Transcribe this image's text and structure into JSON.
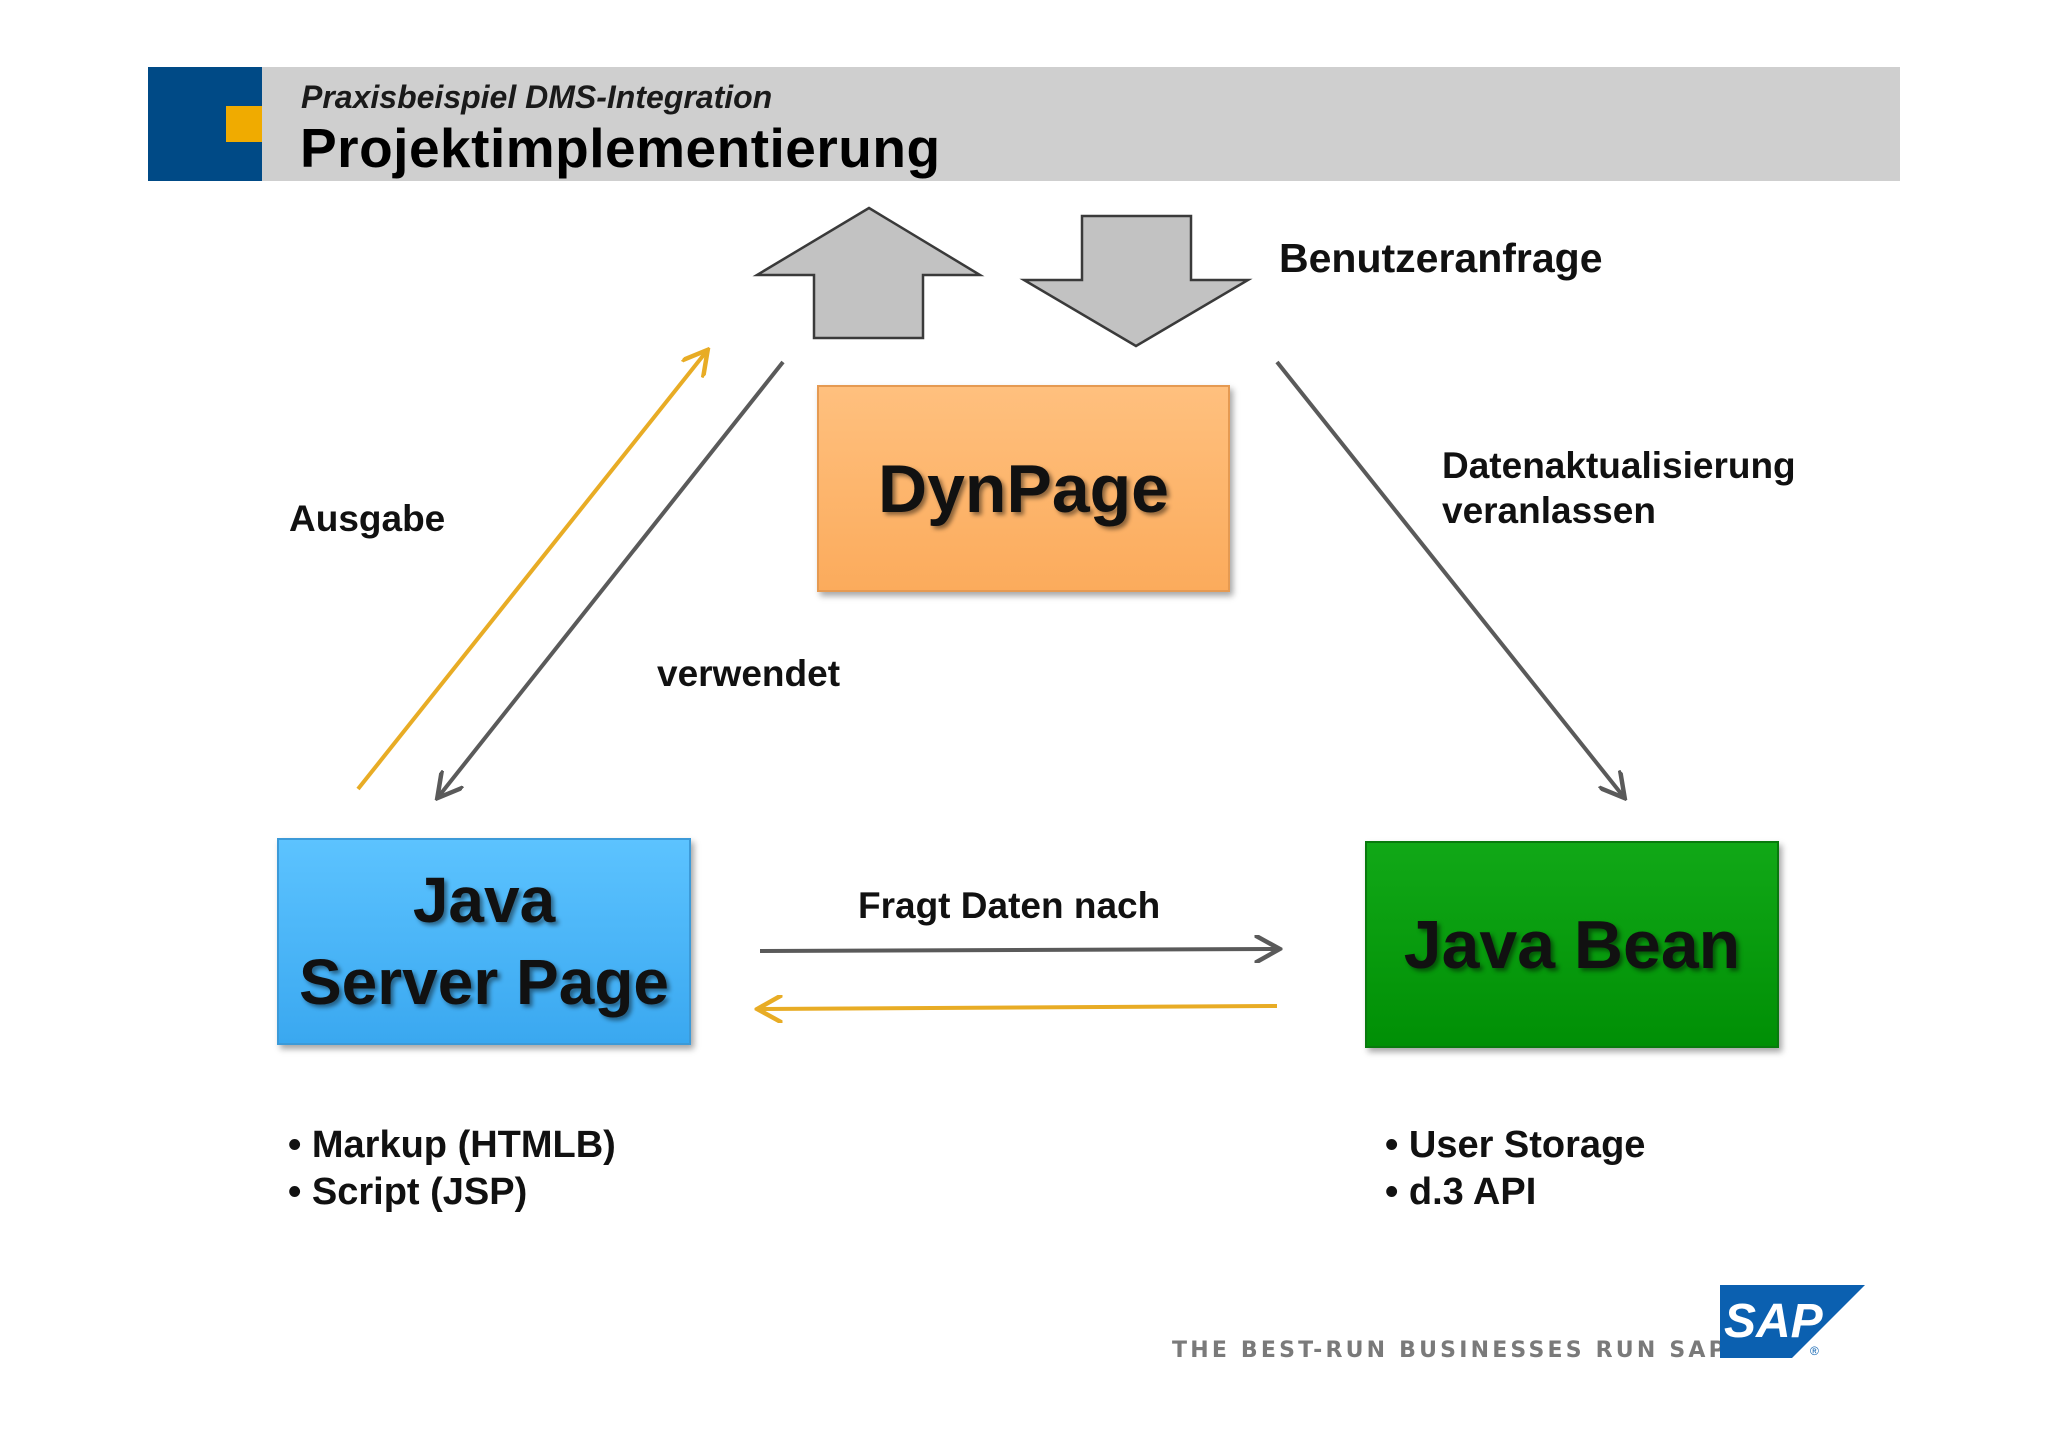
{
  "header": {
    "subtitle": "Praxisbeispiel DMS-Integration",
    "title": "Projektimplementierung"
  },
  "boxes": {
    "dynpage": "DynPage",
    "jsp_line1": "Java",
    "jsp_line2": "Server Page",
    "javabean": "Java Bean"
  },
  "labels": {
    "benutzeranfrage": "Benutzeranfrage",
    "ausgabe": "Ausgabe",
    "verwendet": "verwendet",
    "datenaktualisierung_line1": "Datenaktualisierung",
    "datenaktualisierung_line2": "veranlassen",
    "fragt_daten_nach": "Fragt Daten nach"
  },
  "jsp_bullets": [
    "Markup (HTMLB)",
    "Script (JSP)"
  ],
  "bean_bullets": [
    "User Storage",
    "d.3 API"
  ],
  "footer": {
    "tagline": "THE BEST-RUN BUSINESSES RUN SAP",
    "logo_text": "SAP"
  },
  "colors": {
    "sap_blue": "#004a86",
    "sap_gold": "#f0ab00",
    "header_gray": "#cfcfcf",
    "dynpage_orange": "#fbab5c",
    "jsp_blue": "#3aa8f0",
    "bean_green": "#008f05",
    "arrow_gray": "#5a5a5a",
    "arrow_gold": "#e8ac25"
  }
}
